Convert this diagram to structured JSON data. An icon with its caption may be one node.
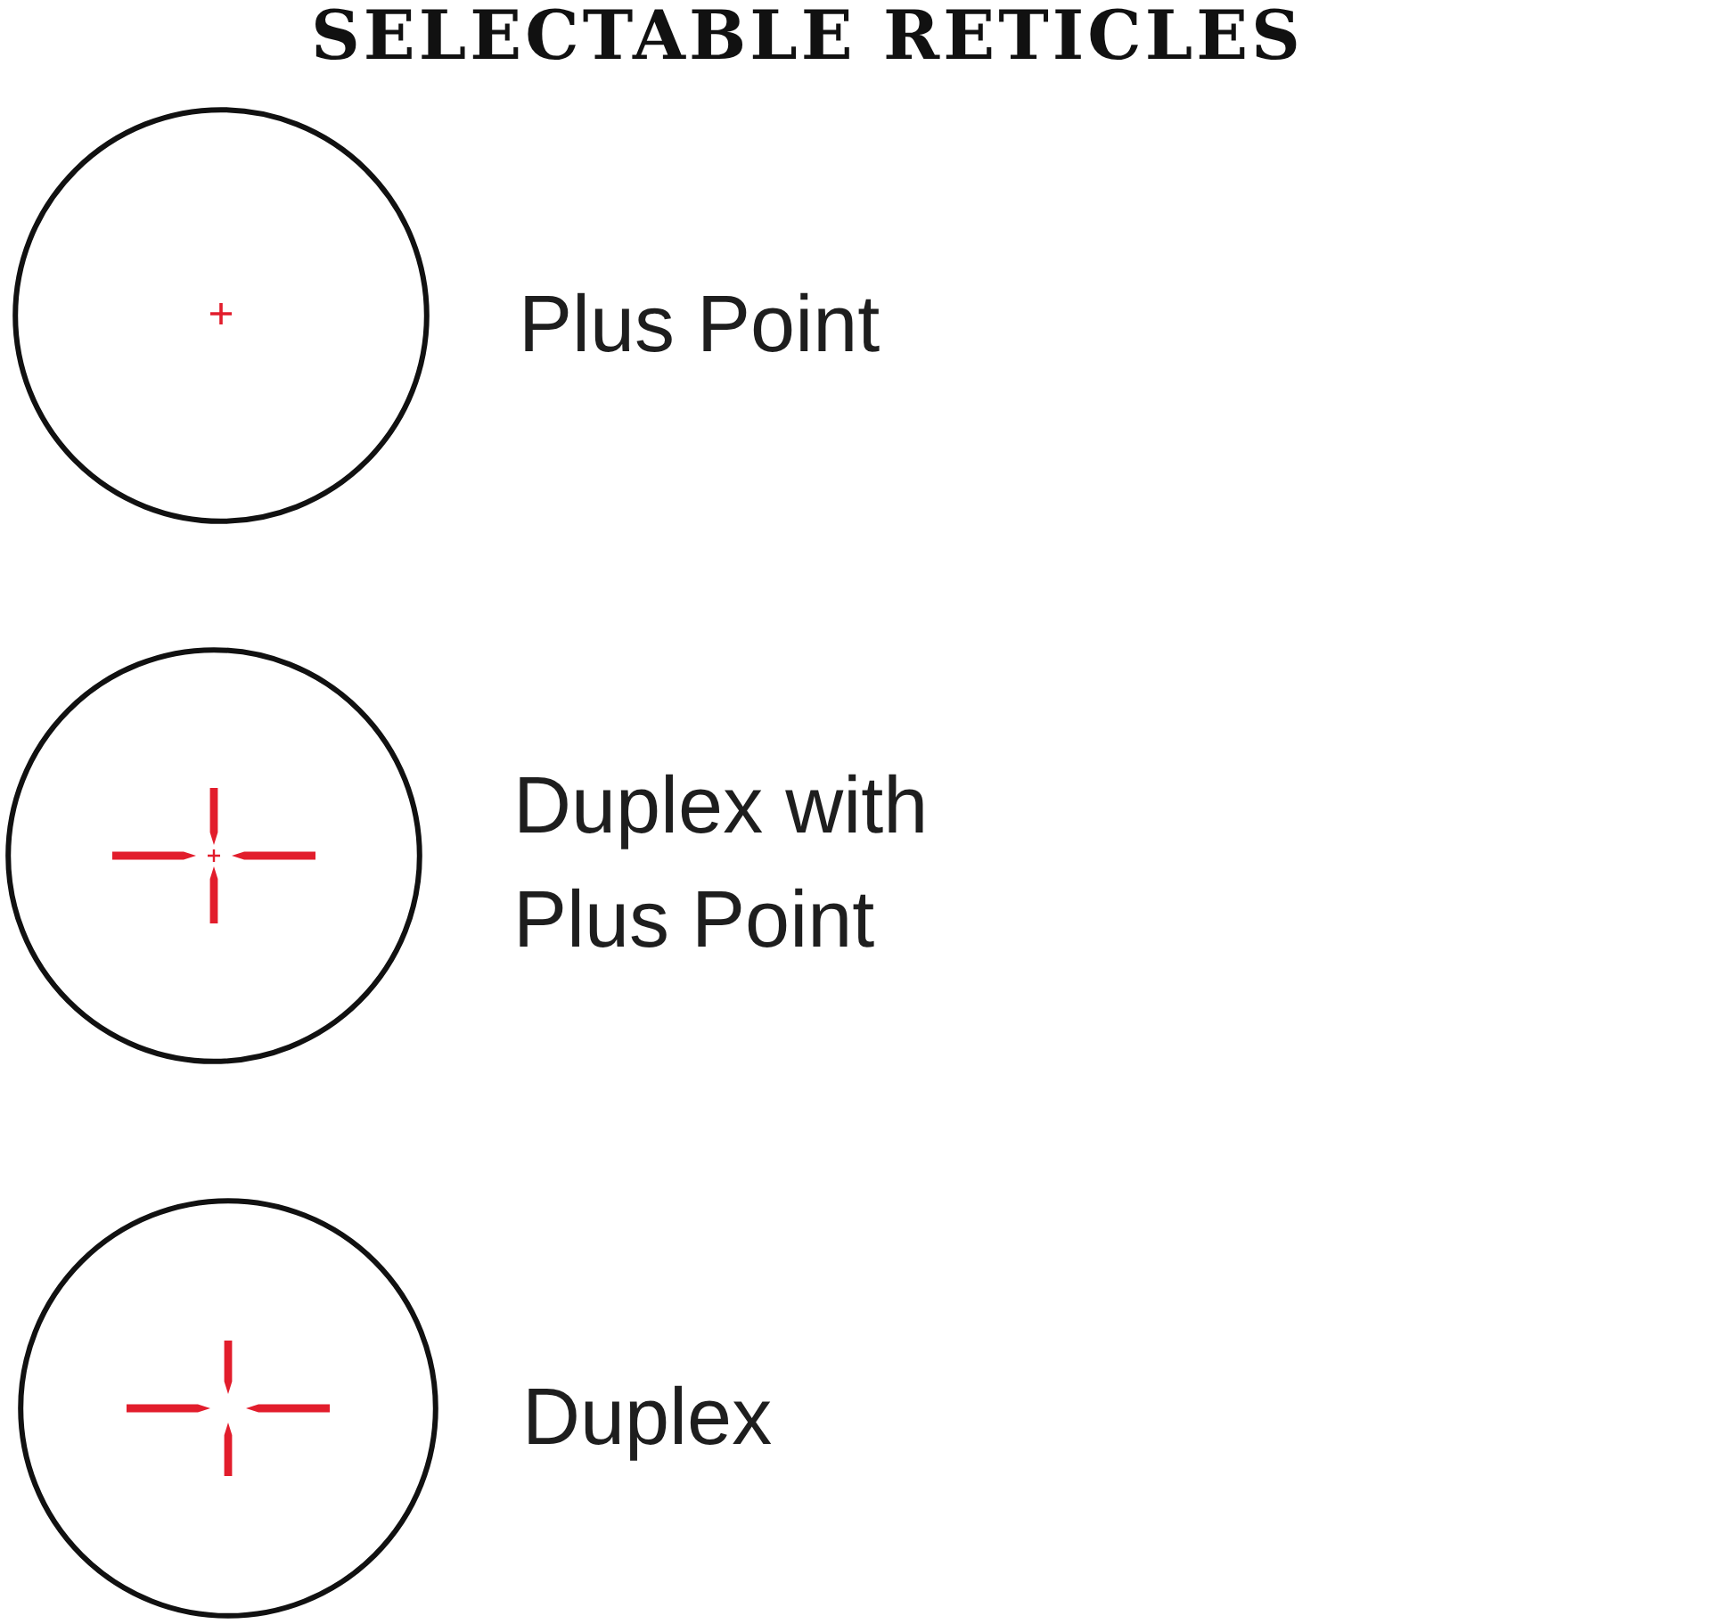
{
  "diagram": {
    "title": "SELECTABLE RETICLES",
    "nodes": [
      {
        "text": [],
        "shape": "circle",
        "beside": [
          "Plus Point"
        ]
      },
      {
        "text": [],
        "shape": "circle",
        "beside": [
          "Duplex with Plus Point"
        ]
      },
      {
        "text": [],
        "shape": "circle",
        "beside": [
          "Duplex"
        ]
      }
    ]
  }
}
